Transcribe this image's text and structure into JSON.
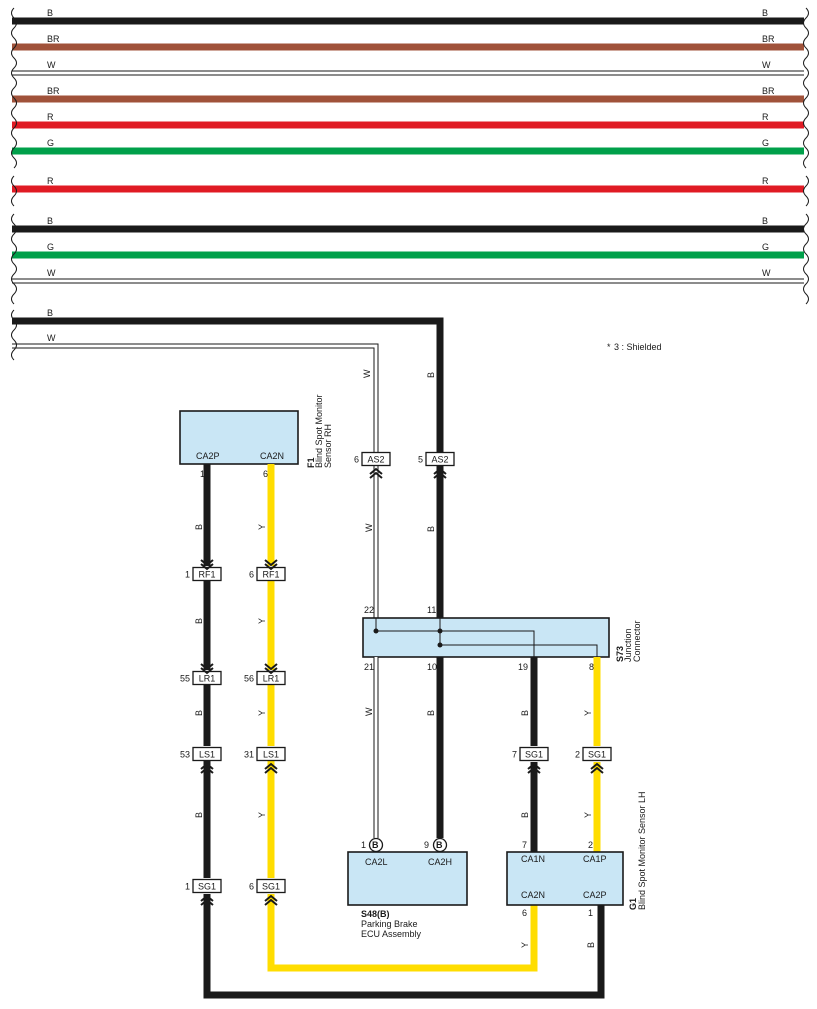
{
  "colors": {
    "B": "#1a1a1a",
    "BR": "#a0523a",
    "W": "#ffffff",
    "R": "#e01b24",
    "G": "#00a04a",
    "Y": "#ffdd00",
    "component_fill": "#c9e6f5"
  },
  "wire_bus": [
    {
      "code": "B"
    },
    {
      "code": "BR"
    },
    {
      "code": "W"
    },
    {
      "code": "BR"
    },
    {
      "code": "R"
    },
    {
      "code": "G"
    },
    {
      "code": "R"
    },
    {
      "code": "B"
    },
    {
      "code": "G"
    },
    {
      "code": "W"
    }
  ],
  "legend": {
    "shielded_note": "3 : Shielded",
    "symbol": "*"
  },
  "entry_wires": [
    {
      "code": "B"
    },
    {
      "code": "W"
    }
  ],
  "components": {
    "f1": {
      "id": "F1",
      "name_line1": "Blind Spot Monitor",
      "name_line2": "Sensor RH",
      "pins": [
        {
          "num": "1",
          "label": "CA2P"
        },
        {
          "num": "6",
          "label": "CA2N"
        }
      ]
    },
    "s73": {
      "id": "S73",
      "name_line1": "Junction",
      "name_line2": "Connector",
      "pins": [
        "22",
        "11",
        "21",
        "10",
        "19",
        "8"
      ]
    },
    "s48": {
      "id": "S48(B)",
      "name_line1": "Parking Brake",
      "name_line2": "ECU Assembly",
      "pins": [
        {
          "num": "1",
          "label": "CA2L",
          "conn": "B"
        },
        {
          "num": "9",
          "label": "CA2H",
          "conn": "B"
        }
      ]
    },
    "g1": {
      "id": "G1",
      "name": "Blind Spot Monitor Sensor LH",
      "pins_top": [
        {
          "num": "7",
          "label": "CA1N"
        },
        {
          "num": "2",
          "label": "CA1P"
        }
      ],
      "pins_bottom": [
        {
          "num": "6",
          "label": "CA2N"
        },
        {
          "num": "1",
          "label": "CA2P"
        }
      ]
    }
  },
  "connectors": [
    {
      "pin": "6",
      "name": "AS2"
    },
    {
      "pin": "5",
      "name": "AS2"
    },
    {
      "pin": "1",
      "name": "RF1"
    },
    {
      "pin": "6",
      "name": "RF1"
    },
    {
      "pin": "55",
      "name": "LR1"
    },
    {
      "pin": "56",
      "name": "LR1"
    },
    {
      "pin": "53",
      "name": "LS1"
    },
    {
      "pin": "31",
      "name": "LS1"
    },
    {
      "pin": "7",
      "name": "SG1"
    },
    {
      "pin": "2",
      "name": "SG1"
    },
    {
      "pin": "1",
      "name": "SG1"
    },
    {
      "pin": "6",
      "name": "SG1"
    }
  ],
  "wire_tags": {
    "as2_left": "W",
    "as2_right": "B",
    "as2_left_low": "W",
    "as2_right_low": "B",
    "f1_b1": "B",
    "f1_y1": "Y",
    "f1_b2": "B",
    "f1_y2": "Y",
    "f1_b3": "B",
    "f1_y3": "Y",
    "f1_b4": "B",
    "f1_y4": "Y",
    "s73_w": "W",
    "s73_b": "B",
    "s73_b2": "B",
    "s73_y2": "Y",
    "g1_b": "B",
    "g1_y": "Y",
    "g1_bottom_y": "Y",
    "g1_bottom_b": "B"
  }
}
